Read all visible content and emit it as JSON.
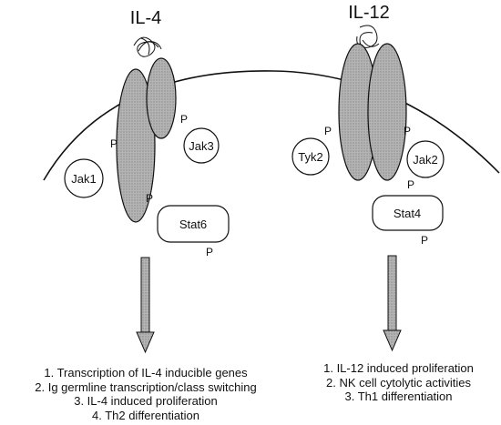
{
  "left_pathway": {
    "cytokine": "IL-4",
    "kinases": [
      "Jak1",
      "Jak3"
    ],
    "stat": "Stat6",
    "phospho": "P",
    "outcomes": [
      "1. Transcription of IL-4 inducible genes",
      "2. Ig germline transcription/class switching",
      "3. IL-4 induced proliferation",
      "4. Th2 differentiation"
    ]
  },
  "right_pathway": {
    "cytokine": "IL-12",
    "kinases": [
      "Tyk2",
      "Jak2"
    ],
    "stat": "Stat4",
    "phospho": "P",
    "outcomes": [
      "1. IL-12 induced proliferation",
      "2. NK cell cytolytic activities",
      "3. Th1 differentiation"
    ]
  },
  "colors": {
    "receptor_fill": "#a9a9a9",
    "arrow_fill": "#9a9a9a",
    "outline": "#111111",
    "background": "#ffffff"
  }
}
